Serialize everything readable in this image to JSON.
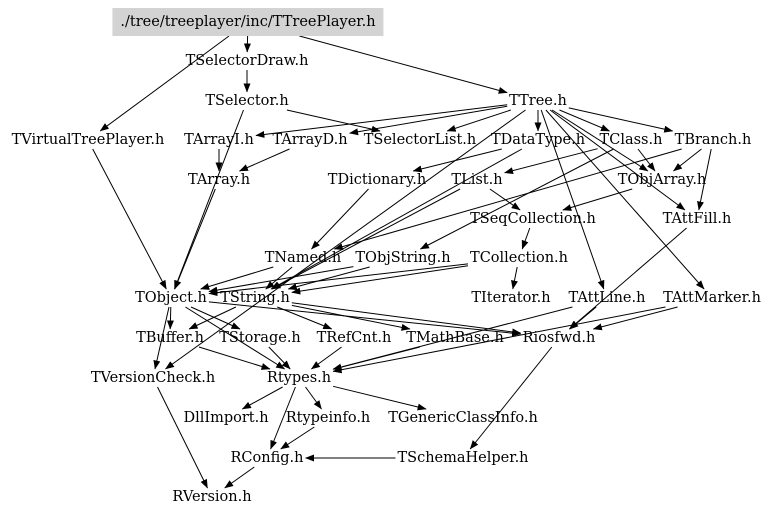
{
  "graph": {
    "root": "./tree/treeplayer/inc/TTreePlayer.h",
    "root_fill": "#d3d3d3",
    "nodes": {
      "root": "./tree/treeplayer/inc/TTreePlayer.h",
      "selectordraw": "TSelectorDraw.h",
      "selector": "TSelector.h",
      "ttree": "TTree.h",
      "virtualtreeplayer": "TVirtualTreePlayer.h",
      "arrayi": "TArrayI.h",
      "arrayd": "TArrayD.h",
      "selectorlist": "TSelectorList.h",
      "datatype": "TDataType.h",
      "tclass": "TClass.h",
      "branch": "TBranch.h",
      "tarray": "TArray.h",
      "dictionary": "TDictionary.h",
      "tlist": "TList.h",
      "objarray": "TObjArray.h",
      "seqcollection": "TSeqCollection.h",
      "attfill": "TAttFill.h",
      "named": "TNamed.h",
      "objstring": "TObjString.h",
      "collection": "TCollection.h",
      "tobject": "TObject.h",
      "tstring": "TString.h",
      "iterator": "TIterator.h",
      "attline": "TAttLine.h",
      "attmarker": "TAttMarker.h",
      "buffer": "TBuffer.h",
      "storage": "TStorage.h",
      "refcnt": "TRefCnt.h",
      "mathbase": "TMathBase.h",
      "riosfwd": "Riosfwd.h",
      "versioncheck": "TVersionCheck.h",
      "rtypes": "Rtypes.h",
      "dllimport": "DllImport.h",
      "rtypeinfo": "Rtypeinfo.h",
      "genericclassinfo": "TGenericClassInfo.h",
      "rconfig": "RConfig.h",
      "schemahelper": "TSchemaHelper.h",
      "rversion": "RVersion.h"
    },
    "edges": [
      [
        "root",
        "selectordraw"
      ],
      [
        "root",
        "virtualtreeplayer"
      ],
      [
        "root",
        "ttree"
      ],
      [
        "selectordraw",
        "selector"
      ],
      [
        "selector",
        "selectorlist"
      ],
      [
        "selector",
        "tobject"
      ],
      [
        "ttree",
        "arrayi"
      ],
      [
        "ttree",
        "arrayd"
      ],
      [
        "ttree",
        "selectorlist"
      ],
      [
        "ttree",
        "datatype"
      ],
      [
        "ttree",
        "tclass"
      ],
      [
        "ttree",
        "branch"
      ],
      [
        "ttree",
        "attfill"
      ],
      [
        "ttree",
        "attline"
      ],
      [
        "ttree",
        "attmarker"
      ],
      [
        "ttree",
        "objarray"
      ],
      [
        "ttree",
        "versioncheck"
      ],
      [
        "virtualtreeplayer",
        "tobject"
      ],
      [
        "arrayi",
        "tarray"
      ],
      [
        "arrayd",
        "tarray"
      ],
      [
        "tarray",
        "tobject"
      ],
      [
        "datatype",
        "dictionary"
      ],
      [
        "datatype",
        "tstring"
      ],
      [
        "tclass",
        "tlist"
      ],
      [
        "tclass",
        "objarray"
      ],
      [
        "tclass",
        "objstring"
      ],
      [
        "branch",
        "objarray"
      ],
      [
        "branch",
        "attfill"
      ],
      [
        "branch",
        "named"
      ],
      [
        "dictionary",
        "named"
      ],
      [
        "tlist",
        "seqcollection"
      ],
      [
        "tlist",
        "tstring"
      ],
      [
        "objarray",
        "seqcollection"
      ],
      [
        "seqcollection",
        "collection"
      ],
      [
        "attfill",
        "riosfwd"
      ],
      [
        "named",
        "tobject"
      ],
      [
        "named",
        "tstring"
      ],
      [
        "objstring",
        "tobject"
      ],
      [
        "objstring",
        "tstring"
      ],
      [
        "collection",
        "tobject"
      ],
      [
        "collection",
        "iterator"
      ],
      [
        "collection",
        "tstring"
      ],
      [
        "tobject",
        "buffer"
      ],
      [
        "tobject",
        "storage"
      ],
      [
        "tobject",
        "rtypes"
      ],
      [
        "tobject",
        "versioncheck"
      ],
      [
        "tobject",
        "riosfwd"
      ],
      [
        "tstring",
        "buffer"
      ],
      [
        "tstring",
        "refcnt"
      ],
      [
        "tstring",
        "mathbase"
      ],
      [
        "tstring",
        "riosfwd"
      ],
      [
        "attline",
        "riosfwd"
      ],
      [
        "attline",
        "rtypes"
      ],
      [
        "attmarker",
        "rtypes"
      ],
      [
        "attmarker",
        "riosfwd"
      ],
      [
        "buffer",
        "rtypes"
      ],
      [
        "storage",
        "rtypes"
      ],
      [
        "refcnt",
        "rtypes"
      ],
      [
        "mathbase",
        "rtypes"
      ],
      [
        "riosfwd",
        "schemahelper"
      ],
      [
        "versioncheck",
        "rversion"
      ],
      [
        "rtypes",
        "dllimport"
      ],
      [
        "rtypes",
        "rtypeinfo"
      ],
      [
        "rtypes",
        "genericclassinfo"
      ],
      [
        "rtypes",
        "rconfig"
      ],
      [
        "rtypeinfo",
        "rconfig"
      ],
      [
        "schemahelper",
        "rconfig"
      ],
      [
        "rconfig",
        "rversion"
      ]
    ]
  }
}
